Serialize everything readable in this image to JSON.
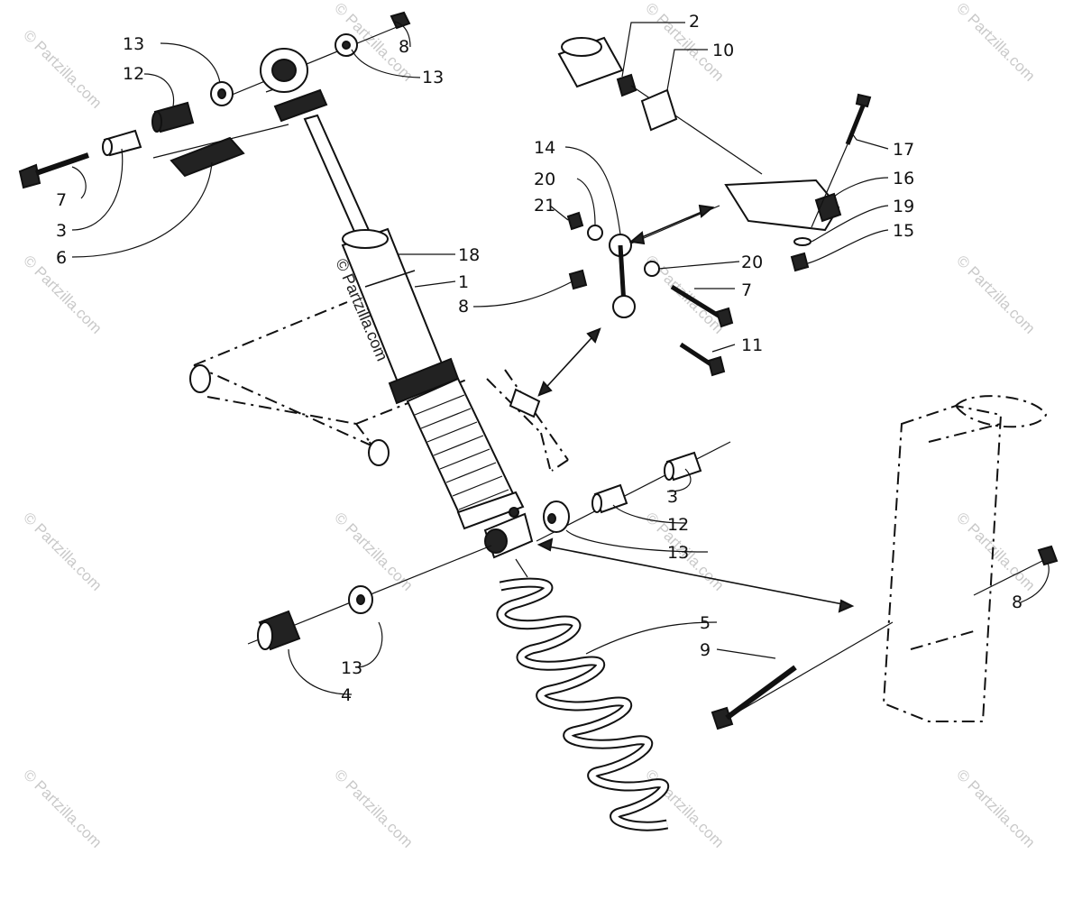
{
  "watermark": "© Partzilla.com",
  "callouts": [
    {
      "id": "c13a",
      "text": "13"
    },
    {
      "id": "c12a",
      "text": "12"
    },
    {
      "id": "c7a",
      "text": "7"
    },
    {
      "id": "c3a",
      "text": "3"
    },
    {
      "id": "c6",
      "text": "6"
    },
    {
      "id": "c8a",
      "text": "8"
    },
    {
      "id": "c13b",
      "text": "13"
    },
    {
      "id": "c2",
      "text": "2"
    },
    {
      "id": "c10",
      "text": "10"
    },
    {
      "id": "c17",
      "text": "17"
    },
    {
      "id": "c16",
      "text": "16"
    },
    {
      "id": "c19",
      "text": "19"
    },
    {
      "id": "c15",
      "text": "15"
    },
    {
      "id": "c14",
      "text": "14"
    },
    {
      "id": "c20a",
      "text": "20"
    },
    {
      "id": "c21",
      "text": "21"
    },
    {
      "id": "c20b",
      "text": "20"
    },
    {
      "id": "c7b",
      "text": "7"
    },
    {
      "id": "c11",
      "text": "11"
    },
    {
      "id": "c18",
      "text": "18"
    },
    {
      "id": "c1",
      "text": "1"
    },
    {
      "id": "c8b",
      "text": "8"
    },
    {
      "id": "c3b",
      "text": "3"
    },
    {
      "id": "c12b",
      "text": "12"
    },
    {
      "id": "c13c",
      "text": "13"
    },
    {
      "id": "c5",
      "text": "5"
    },
    {
      "id": "c9",
      "text": "9"
    },
    {
      "id": "c8c",
      "text": "8"
    },
    {
      "id": "c13d",
      "text": "13"
    },
    {
      "id": "c4",
      "text": "4"
    }
  ]
}
